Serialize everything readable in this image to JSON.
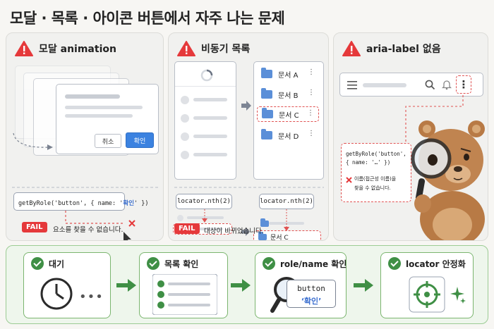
{
  "title": "모달 · 목록 · 아이콘 버튼에서 자주 나는 문제",
  "panel1": {
    "title": "모달 animation",
    "cancel_label": "취소",
    "confirm_label": "확인",
    "code_prefix": "getByRole('button', { name: '",
    "code_name": "확인",
    "code_suffix": "' })",
    "fail_label": "FAIL",
    "fail_message": "요소를 찾을 수 없습니다."
  },
  "panel2": {
    "title": "비동기 목록",
    "list_items": [
      "문서 A",
      "문서 B",
      "문서 C",
      "문서 D"
    ],
    "locator_left": "locator.nth(2)",
    "locator_right": "locator.nth(2)",
    "after_item": "문서 C",
    "fail_label": "FAIL",
    "fail_message": "대상이 바뀌었습니다."
  },
  "panel3": {
    "title": "aria-label 없음",
    "code_line1": "getByRole('button',",
    "code_line2": "{ name: '…' })",
    "error_line1": "이름(접근성 이름)을",
    "error_line2": "찾을 수 없습니다."
  },
  "steps": [
    {
      "label": "대기",
      "icon": "clock-icon"
    },
    {
      "label": "목록 확인",
      "icon": "checklist-icon"
    },
    {
      "label": "role/name 확인",
      "icon": "magnifier-icon",
      "card_line1": "button",
      "card_line2": "‘확인’"
    },
    {
      "label": "locator 안정화",
      "icon": "target-icon"
    }
  ],
  "colors": {
    "fail": "#e5393b",
    "accent": "#3b82e0",
    "success": "#3f8f45",
    "dash_red": "#e05252"
  }
}
